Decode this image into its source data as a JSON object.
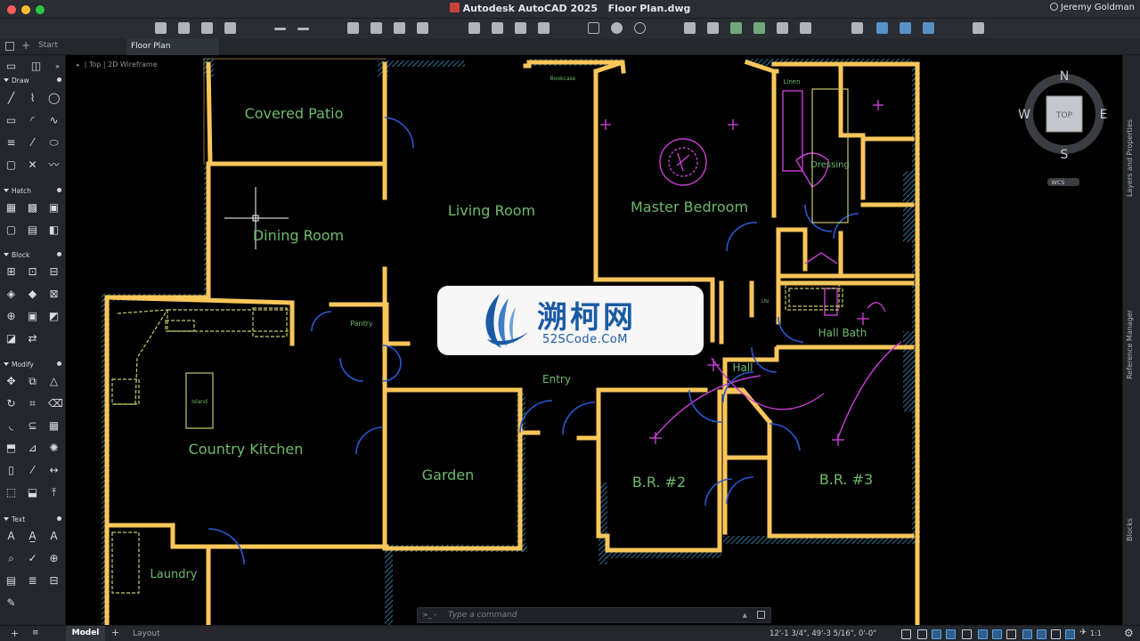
{
  "window": {
    "title": "Autodesk AutoCAD 2025",
    "filename": "Floor Plan.dwg",
    "user": "Jeremy Goldman",
    "traffic_colors": [
      "#ff5f57",
      "#febc2e",
      "#28c840"
    ]
  },
  "tabs": {
    "start_label": "Start",
    "drawing_label": "Floor Plan"
  },
  "view_controls": {
    "text": "[ - ] [Top] [2D Wireframe]",
    "minus": "-",
    "top": "Top",
    "visual_style": "2D Wireframe"
  },
  "palette": {
    "sections": [
      "Draw",
      "Hatch",
      "Block",
      "Modify",
      "Text"
    ]
  },
  "rooms": {
    "covered_patio": "Covered Patio",
    "living_room": "Living Room",
    "master_bedroom": "Master Bedroom",
    "dining_room": "Dining Room",
    "country_kitchen": "Country Kitchen",
    "garden": "Garden",
    "entry": "Entry",
    "hall": "Hall",
    "hall_bath": "Hall Bath",
    "br2": "B.R. #2",
    "br3": "B.R. #3",
    "laundry": "Laundry",
    "pantry": "Pantry",
    "island": "Island",
    "bookcase": "Bookcase",
    "linen": "Linen",
    "dressing": "Dressing",
    "lin": "LIN"
  },
  "viewcube": {
    "north": "N",
    "south": "S",
    "east": "E",
    "west": "W",
    "face": "TOP",
    "wcs": "WCS"
  },
  "side_panel": {
    "layers": "Layers and Properties",
    "refs": "Reference Manager",
    "blocks": "Blocks"
  },
  "command_line": {
    "prompt": ">_ -",
    "placeholder": "Type a command"
  },
  "status": {
    "model_tab": "Model",
    "layout_tab": "Layout",
    "coords": "12'-1 3/4\",  49'-3 5/16\", 0'-0\"",
    "scale": "1:1"
  },
  "watermark": {
    "brand": "溯柯网",
    "url": "52SCode.CoM"
  },
  "colors": {
    "wall": "#fbc65a",
    "room_text": "#6dba6b",
    "fixture": "#c63fd0",
    "door": "#2a59d1",
    "hatch": "#3ba3d8",
    "bg": "#000000"
  }
}
